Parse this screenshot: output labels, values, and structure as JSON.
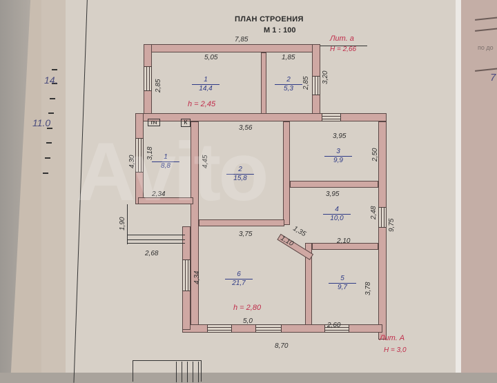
{
  "document": {
    "title": "ПЛАН СТРОЕНИЯ",
    "scale": "М 1 : 100",
    "watermark": "Avito"
  },
  "margin_left": {
    "handwritten": [
      "14.",
      "11.0"
    ]
  },
  "margin_right": {
    "printed_text": "по до",
    "handwritten": "7"
  },
  "lit_a": {
    "label": "Лит. а",
    "height": "Н = 2,66",
    "overall_width": "7,85",
    "side": "3,20"
  },
  "lit_A": {
    "label": "Лит. А",
    "height": "Н = 3,0",
    "overall_width": "8,70",
    "side": "9,75"
  },
  "rooms_lit_a": [
    {
      "number": "1",
      "area": "14,4",
      "width": "5,05",
      "depth": "2,85",
      "ceiling": "h = 2,45"
    },
    {
      "number": "2",
      "area": "5,3",
      "width": "1,85",
      "depth": "2,85"
    }
  ],
  "rooms_lit_A": [
    {
      "number": "1",
      "area": "8,8",
      "width": "2,34",
      "depth": "3,18",
      "outer": "4,30",
      "labels": [
        "пч",
        "К"
      ]
    },
    {
      "number": "2",
      "area": "15,8",
      "width": "3,56",
      "depth": "4,45"
    },
    {
      "number": "3",
      "area": "9,9",
      "width": "3,95",
      "depth": "2,50"
    },
    {
      "number": "4",
      "area": "10,0",
      "width": "3,95",
      "depth": "2,48",
      "bottom": "2,10",
      "diag": "1,35"
    },
    {
      "number": "5",
      "area": "9,7",
      "width": "2,60",
      "depth": "3,78"
    },
    {
      "number": "6",
      "area": "21,7",
      "width": "5,0",
      "top": "3,75",
      "depth": "4,34",
      "diag": "1,10",
      "ceiling": "h = 2,80"
    }
  ],
  "porch": {
    "depth": "1,90",
    "width": "2,68"
  }
}
